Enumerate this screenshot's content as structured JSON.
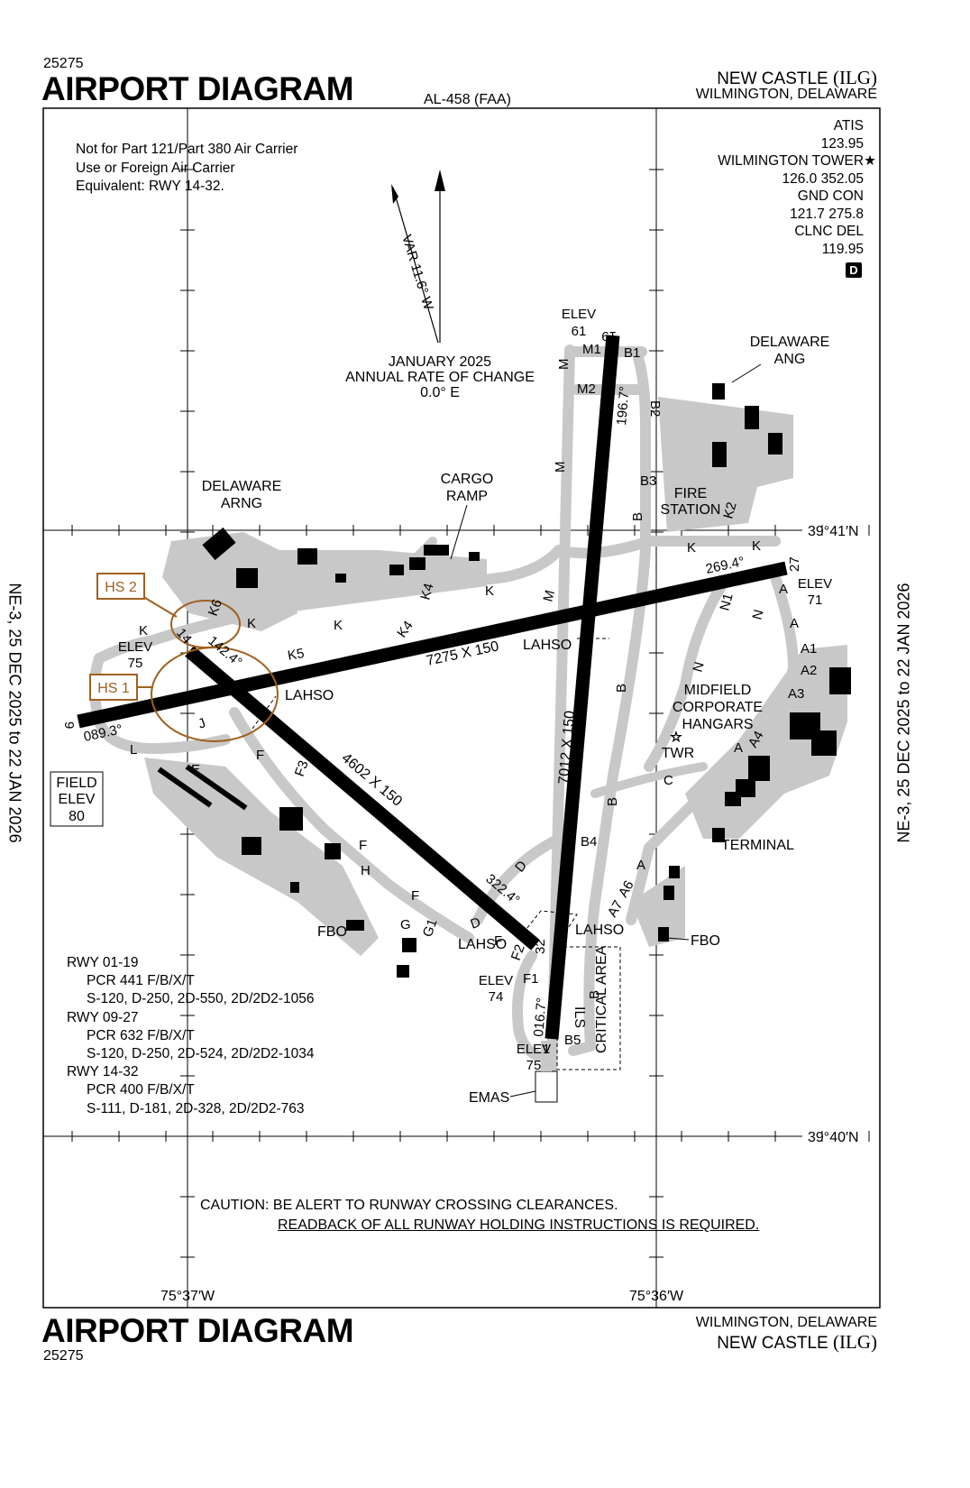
{
  "header": {
    "chart_id": "25275",
    "title": "AIRPORT DIAGRAM",
    "procedure_number": "AL-458 (FAA)",
    "airport_name": "NEW CASTLE",
    "airport_id": "(ILG)",
    "city_state": "WILMINGTON, DELAWARE"
  },
  "footer": {
    "chart_id": "25275",
    "title": "AIRPORT DIAGRAM",
    "city_state": "WILMINGTON, DELAWARE",
    "airport_name": "NEW CASTLE",
    "airport_id": "(ILG)"
  },
  "side_text": {
    "left": "NE-3, 25 DEC 2025 to 22 JAN 2026",
    "right": "NE-3, 25 DEC 2025 to 22 JAN 2026"
  },
  "restriction_note": [
    "Not for Part 121/Part 380 Air Carrier",
    "Use or Foreign Air Carrier",
    "Equivalent: RWY 14-32."
  ],
  "frequencies": [
    "ATIS",
    "123.95",
    "WILMINGTON TOWER",
    "126.0 352.05",
    "GND CON",
    "121.7 275.8",
    "CLNC DEL",
    "119.95"
  ],
  "airspace_class": "D",
  "magnetic": {
    "variation": "VAR 11.6° W",
    "date": "JANUARY 2025",
    "label": "ANNUAL RATE OF CHANGE",
    "rate": "0.0° E"
  },
  "coordinates": {
    "lat_north": "39°41′N",
    "lat_south": "39°40′N",
    "lon_west": "75°37′W",
    "lon_east": "75°36′W"
  },
  "runways": {
    "r0119": {
      "dims": "7012 X 150",
      "end_a": "1",
      "end_b": "19",
      "hdg_a": "016.7°",
      "hdg_b": "196.7°"
    },
    "r0927": {
      "dims": "7275 X 150",
      "end_a": "9",
      "end_b": "27",
      "hdg_a": "089.3°",
      "hdg_b": "269.4°"
    },
    "r1432": {
      "dims": "4602 X 150",
      "end_a": "14",
      "end_b": "32",
      "hdg_a": "142.4°",
      "hdg_b": "322.4°"
    }
  },
  "elevations": {
    "rwy19": [
      "ELEV",
      "61"
    ],
    "rwy27": [
      "ELEV",
      "71"
    ],
    "rwy14": [
      "ELEV",
      "75"
    ],
    "rwy32": [
      "ELEV",
      "74"
    ],
    "rwy1": [
      "ELEV",
      "75"
    ],
    "field": [
      "FIELD",
      "ELEV",
      "80"
    ]
  },
  "hot_spots": {
    "hs1": "HS 1",
    "hs2": "HS 2"
  },
  "facilities": {
    "delaware_ang": [
      "DELAWARE",
      "ANG"
    ],
    "delaware_arng": [
      "DELAWARE",
      "ARNG"
    ],
    "cargo_ramp": [
      "CARGO",
      "RAMP"
    ],
    "fire_station": [
      "FIRE",
      "STATION"
    ],
    "midfield": [
      "MIDFIELD",
      "CORPORATE",
      "HANGARS"
    ],
    "twr": "TWR",
    "terminal": "TERMINAL",
    "fbo_east": "FBO",
    "fbo_west": "FBO",
    "emas": "EMAS",
    "ils_area": [
      "ILS",
      "CRITICAL AREA"
    ],
    "lahso": "LAHSO"
  },
  "taxiways": {
    "M1": "M1",
    "M2": "M2",
    "M": "M",
    "B1": "B1",
    "B2": "B2",
    "B3": "B3",
    "B": "B",
    "B4": "B4",
    "B5": "B5",
    "K": "K",
    "K2": "K2",
    "K4": "K4",
    "K5": "K5",
    "K6": "K6",
    "N": "N",
    "N1": "N1",
    "A": "A",
    "A1": "A1",
    "A2": "A2",
    "A3": "A3",
    "A4": "A4",
    "A6": "A6",
    "A7": "A7",
    "C": "C",
    "D": "D",
    "E": "E",
    "F": "F",
    "F1": "F1",
    "F2": "F2",
    "F3": "F3",
    "G": "G",
    "G1": "G1",
    "H": "H",
    "J": "J",
    "L": "L"
  },
  "pcr_notes": [
    "RWY 01-19",
    "PCR 441 F/B/X/T",
    "S-120, D-250, 2D-550, 2D/2D2-1056",
    "RWY 09-27",
    "PCR 632 F/B/X/T",
    "S-120, D-250, 2D-524, 2D/2D2-1034",
    "RWY 14-32",
    "PCR 400 F/B/X/T",
    "S-111, D-181, 2D-328, 2D/2D2-763"
  ],
  "caution": {
    "line1": "CAUTION: BE ALERT TO RUNWAY CROSSING CLEARANCES.",
    "line2": "READBACK OF ALL RUNWAY HOLDING INSTRUCTIONS IS REQUIRED."
  },
  "colors": {
    "taxiway": "#c8c8c8",
    "runway": "#000000",
    "hot_spot": "#a0601e"
  }
}
